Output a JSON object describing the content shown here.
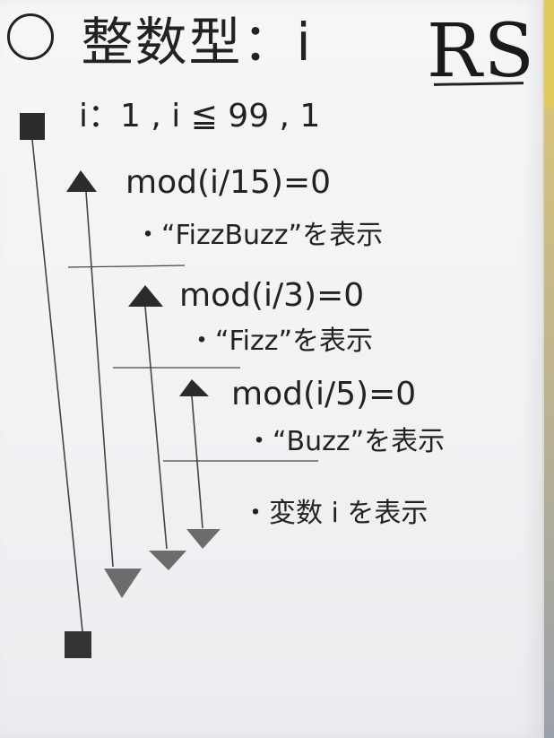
{
  "header": {
    "title": "整数型：i",
    "initials": "RS"
  },
  "flow": {
    "loop": "i：1 , i ≦ 99 , 1",
    "if1": {
      "condition": "mod(i/15)=0",
      "action": "・“FizzBuzz”を表示"
    },
    "if2": {
      "condition": "mod(i/3)=0",
      "action": "・“Fizz”を表示"
    },
    "if3": {
      "condition": "mod(i/5)=0",
      "action": "・“Buzz”を表示"
    },
    "default_action": "・変数 i を表示"
  },
  "colors": {
    "ink": "#222222",
    "paper": "#f3f4f6",
    "background": "#8d8f96",
    "accent": "#e1c95c"
  }
}
